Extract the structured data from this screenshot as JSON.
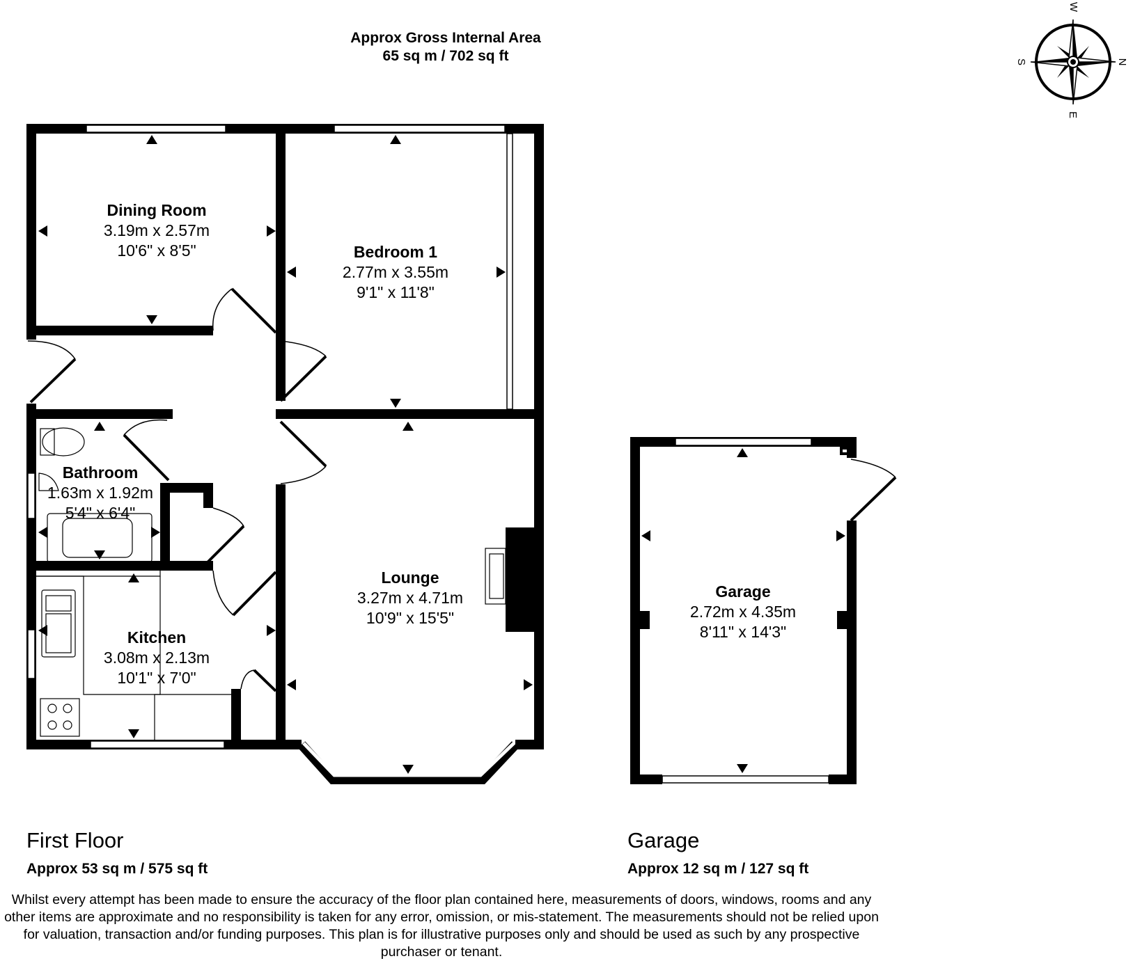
{
  "gross_area": {
    "title": "Approx Gross Internal Area",
    "value": "65 sq m / 702 sq ft"
  },
  "compass": {
    "icon": "compass-rose-icon",
    "n": "N",
    "e": "E",
    "s": "S",
    "w": "W"
  },
  "floors": [
    {
      "name": "First Floor",
      "area": "Approx 53 sq m / 575 sq ft",
      "rooms": [
        {
          "name": "Dining Room",
          "metric": "3.19m x 2.57m",
          "imperial": "10'6\" x 8'5\""
        },
        {
          "name": "Bedroom 1",
          "metric": "2.77m x 3.55m",
          "imperial": "9'1\" x 11'8\""
        },
        {
          "name": "Bathroom",
          "metric": "1.63m x 1.92m",
          "imperial": "5'4\" x 6'4\""
        },
        {
          "name": "Kitchen",
          "metric": "3.08m x 2.13m",
          "imperial": "10'1\" x 7'0\""
        },
        {
          "name": "Lounge",
          "metric": "3.27m x 4.71m",
          "imperial": "10'9\" x 15'5\""
        }
      ]
    },
    {
      "name": "Garage",
      "area": "Approx 12 sq m / 127 sq ft",
      "rooms": [
        {
          "name": "Garage",
          "metric": "2.72m x 4.35m",
          "imperial": "8'11\" x 14'3\""
        }
      ]
    }
  ],
  "disclaimer": "Whilst every attempt has been made to ensure the accuracy of the floor plan contained here, measurements of doors, windows, rooms and any other items are approximate and no responsibility is taken for any error, omission, or mis-statement. The measurements should not be relied upon for valuation, transaction and/or funding purposes. This plan is for illustrative purposes only and should be used as such by any prospective purchaser or tenant."
}
